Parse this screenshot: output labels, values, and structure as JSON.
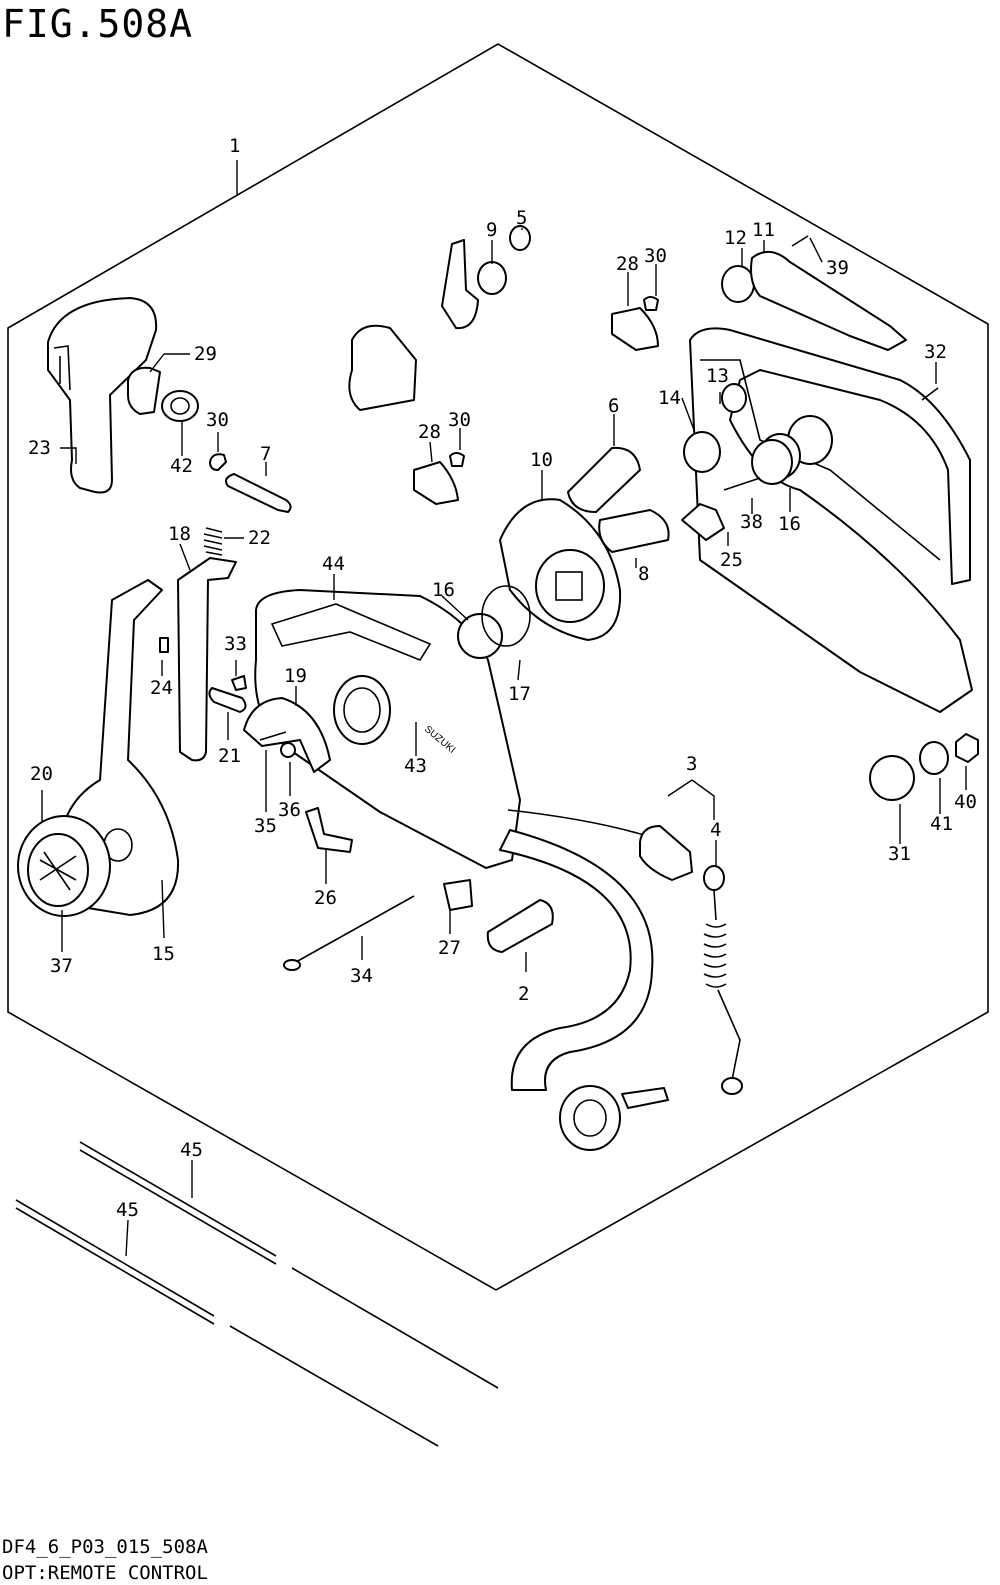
{
  "figure": {
    "title": "FIG.508A",
    "code": "DF4_6_P03_015_508A",
    "description": "OPT:REMOTE CONTROL"
  },
  "callouts": [
    {
      "id": "c1",
      "label": "1"
    },
    {
      "id": "c2",
      "label": "2"
    },
    {
      "id": "c3",
      "label": "3"
    },
    {
      "id": "c4",
      "label": "4"
    },
    {
      "id": "c5",
      "label": "5"
    },
    {
      "id": "c6",
      "label": "6"
    },
    {
      "id": "c7",
      "label": "7"
    },
    {
      "id": "c8",
      "label": "8"
    },
    {
      "id": "c9",
      "label": "9"
    },
    {
      "id": "c10",
      "label": "10"
    },
    {
      "id": "c11",
      "label": "11"
    },
    {
      "id": "c12",
      "label": "12"
    },
    {
      "id": "c13",
      "label": "13"
    },
    {
      "id": "c14",
      "label": "14"
    },
    {
      "id": "c15",
      "label": "15"
    },
    {
      "id": "c16a",
      "label": "16"
    },
    {
      "id": "c16b",
      "label": "16"
    },
    {
      "id": "c17",
      "label": "17"
    },
    {
      "id": "c18",
      "label": "18"
    },
    {
      "id": "c19",
      "label": "19"
    },
    {
      "id": "c20",
      "label": "20"
    },
    {
      "id": "c21",
      "label": "21"
    },
    {
      "id": "c22",
      "label": "22"
    },
    {
      "id": "c23",
      "label": "23"
    },
    {
      "id": "c24",
      "label": "24"
    },
    {
      "id": "c25",
      "label": "25"
    },
    {
      "id": "c26",
      "label": "26"
    },
    {
      "id": "c27",
      "label": "27"
    },
    {
      "id": "c28a",
      "label": "28"
    },
    {
      "id": "c28b",
      "label": "28"
    },
    {
      "id": "c29",
      "label": "29"
    },
    {
      "id": "c30a",
      "label": "30"
    },
    {
      "id": "c30b",
      "label": "30"
    },
    {
      "id": "c30c",
      "label": "30"
    },
    {
      "id": "c31",
      "label": "31"
    },
    {
      "id": "c32",
      "label": "32"
    },
    {
      "id": "c33",
      "label": "33"
    },
    {
      "id": "c34",
      "label": "34"
    },
    {
      "id": "c35",
      "label": "35"
    },
    {
      "id": "c36",
      "label": "36"
    },
    {
      "id": "c37",
      "label": "37"
    },
    {
      "id": "c38",
      "label": "38"
    },
    {
      "id": "c39",
      "label": "39"
    },
    {
      "id": "c40",
      "label": "40"
    },
    {
      "id": "c41",
      "label": "41"
    },
    {
      "id": "c42",
      "label": "42"
    },
    {
      "id": "c43",
      "label": "43"
    },
    {
      "id": "c44",
      "label": "44"
    },
    {
      "id": "c45a",
      "label": "45"
    },
    {
      "id": "c45b",
      "label": "45"
    }
  ],
  "brand_mark": "SUZUKI"
}
